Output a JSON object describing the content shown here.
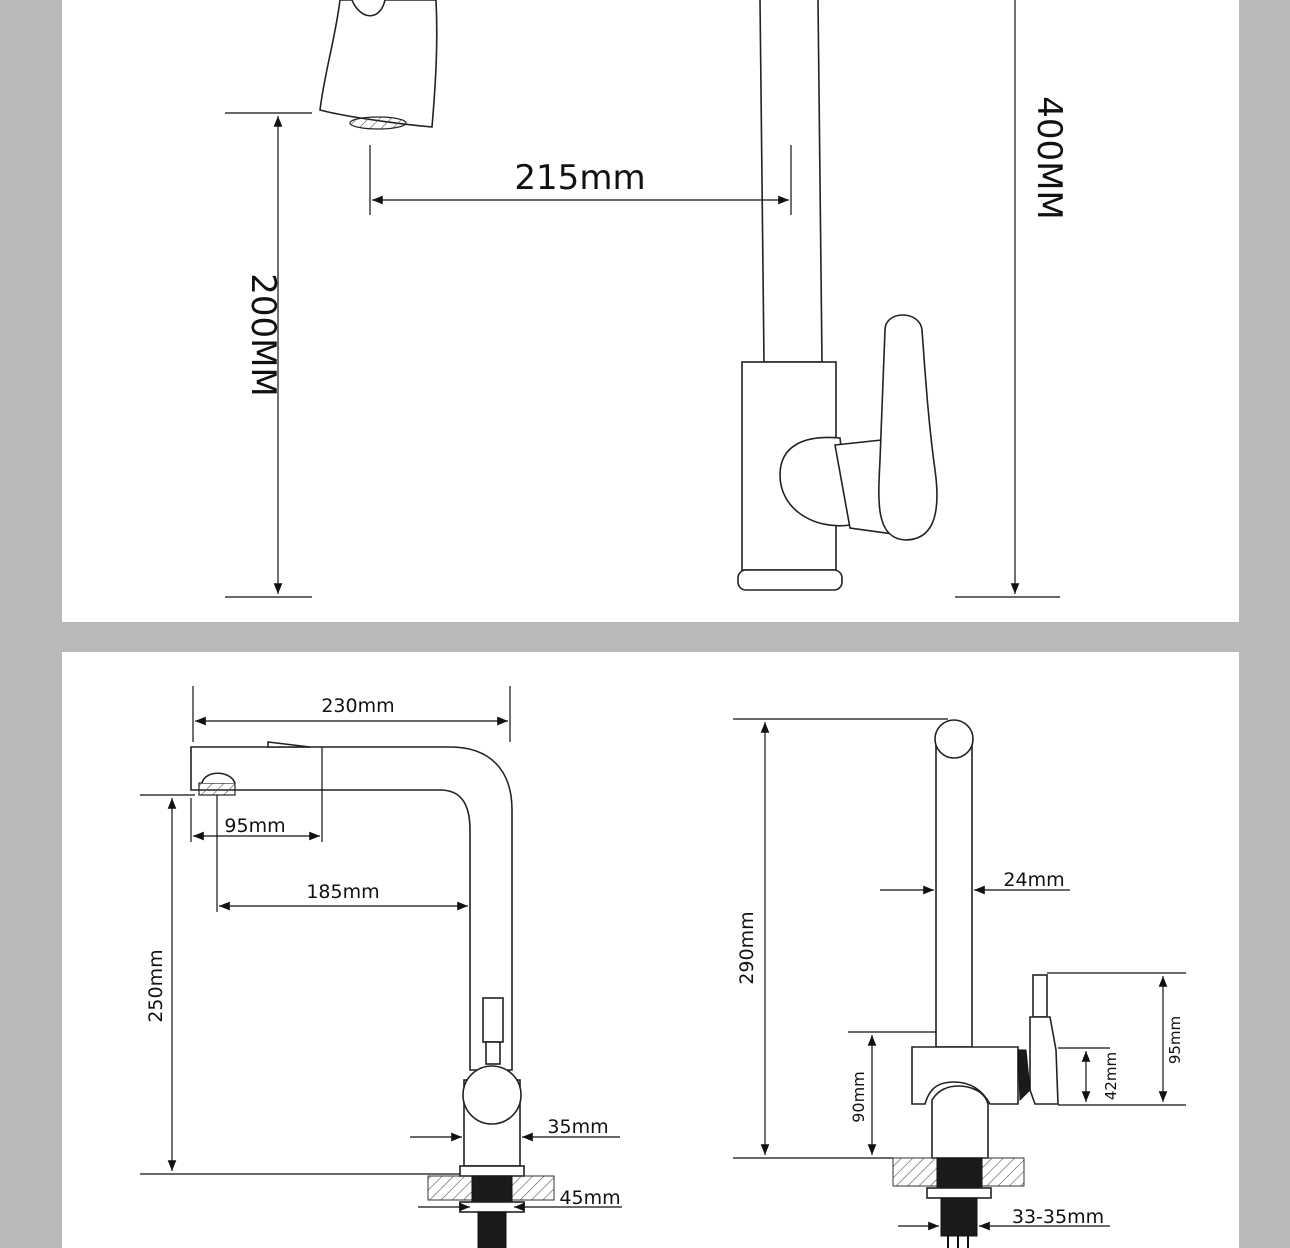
{
  "top": {
    "reach": "215mm",
    "spout_height": "200MM",
    "total_height": "400MM"
  },
  "bottom_left": {
    "width": "230mm",
    "aerator_offset": "95mm",
    "spout_reach": "185mm",
    "height": "250mm",
    "body_diameter": "35mm",
    "base_diameter": "45mm"
  },
  "bottom_right": {
    "height": "290mm",
    "pipe_diameter": "24mm",
    "handle_height": "95mm",
    "handle_width": "42mm",
    "body_height": "90mm",
    "hole_diameter": "33-35mm"
  }
}
